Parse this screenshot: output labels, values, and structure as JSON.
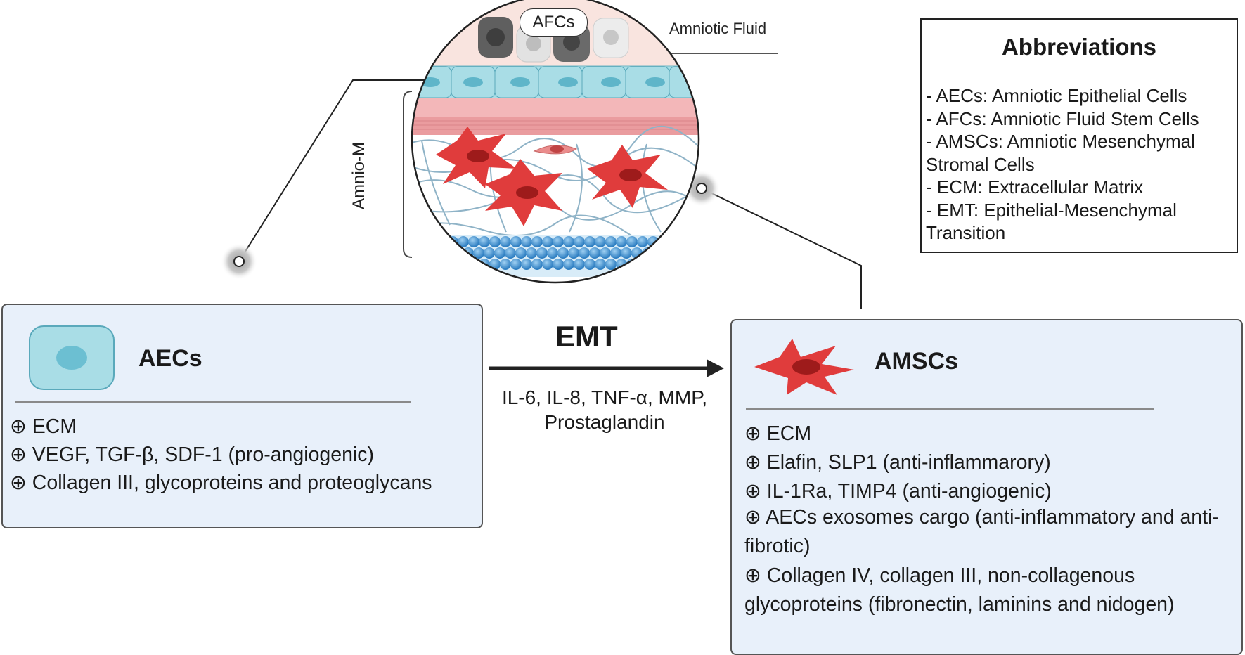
{
  "abbreviations": {
    "title": "Abbreviations",
    "lines": [
      "- AECs: Amniotic Epithelial Cells",
      "- AFCs: Amniotic Fluid Stem Cells",
      "- AMSCs: Amniotic Mesenchymal",
      "Stromal Cells",
      "- ECM: Extracellular Matrix",
      "- EMT: Epithelial-Mesenchymal",
      "Transition"
    ]
  },
  "membrane": {
    "afcs_label": "AFCs",
    "amniotic_fluid_label": "Amniotic Fluid",
    "amnio_m_label": "Amnio-M"
  },
  "aecs": {
    "title": "AECs",
    "items": [
      "⊕ ECM",
      "⊕ VEGF, TGF-β, SDF-1 (pro-angiogenic)",
      "⊕ Collagen III, glycoproteins and proteoglycans"
    ]
  },
  "transition": {
    "label": "EMT",
    "factors_line1": "IL-6, IL-8, TNF-α, MMP,",
    "factors_line2": "Prostaglandin"
  },
  "amscs": {
    "title": "AMSCs",
    "items": [
      "⊕  ECM",
      "⊕  Elafin, SLP1  (anti-inflammarory)",
      "⊕  IL-1Ra, TIMP4 (anti-angiogenic)",
      "⊕  AECs exosomes cargo (anti-inflammatory and anti-fibrotic)",
      "⊕  Collagen IV, collagen III, non-collagenous glycoproteins (fibronectin, laminins and nidogen)"
    ]
  },
  "colors": {
    "panel_bg": "#e8f0fa",
    "epithelial_cell": "#a9dde6",
    "stromal_cell": "#e03c3c",
    "muscle_band": "#f3b7b9",
    "basal_bead": "#3d8fd1"
  }
}
